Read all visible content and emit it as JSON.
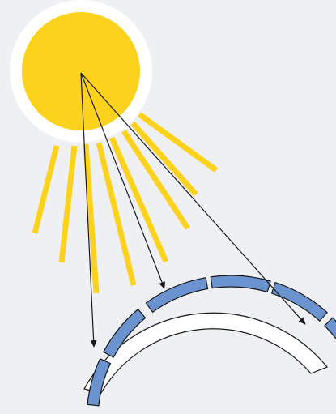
{
  "diagram": {
    "description_components": [
      "sun",
      "sun-rays",
      "direction-arrows",
      "curved-solar-array"
    ],
    "colors": {
      "background": "#eff0f4",
      "sun_fill": "#fdd21c",
      "sun_halo": "#ffffff",
      "ray": "#fdd21c",
      "arrow": "#1a1a1a",
      "band_fill": "#ffffff",
      "band_stroke": "#1a1a1a",
      "panel_fill": "#6a93d0",
      "panel_stroke": "#1a1a1a"
    },
    "ray_count": 8,
    "arrow_count": 4,
    "panel_count": 6
  }
}
